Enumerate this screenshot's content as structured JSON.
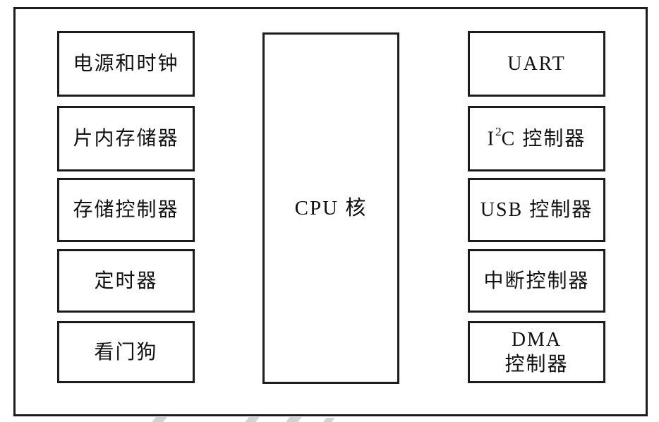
{
  "diagram": {
    "description_visible_text_only": "",
    "left_column": [
      {
        "label": "电源和时钟"
      },
      {
        "label": "片内存储器"
      },
      {
        "label": "存储控制器"
      },
      {
        "label": "定时器"
      },
      {
        "label": "看门狗"
      }
    ],
    "center": {
      "label": "CPU 核"
    },
    "right_column": [
      {
        "label": "UART"
      },
      {
        "label_prefix": "I",
        "label_sup": "2",
        "label_suffix": "C 控制器"
      },
      {
        "label": "USB 控制器"
      },
      {
        "label": "中断控制器"
      },
      {
        "label": "DMA\n控制器"
      }
    ],
    "colors": {
      "border": "#1c1c1c",
      "text": "#111111",
      "background": "#ffffff",
      "watermark_smudge": "#c4c4c4"
    }
  }
}
